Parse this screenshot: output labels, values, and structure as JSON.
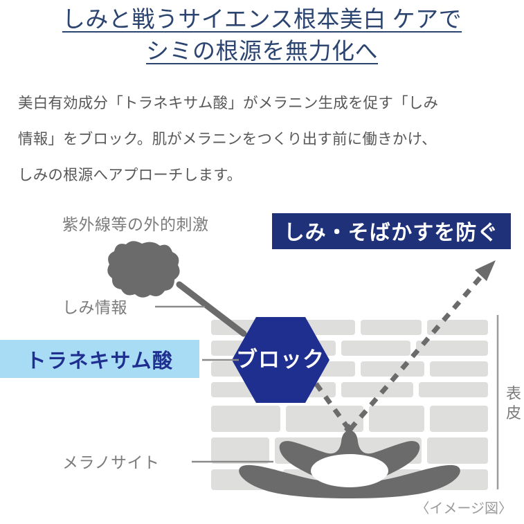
{
  "headline": {
    "line1": "しみと戦うサイエンス根本美白 ケアで",
    "line2": "シミの根源を無力化へ",
    "color": "#2b4470"
  },
  "body": {
    "line1": "美白有効成分「トラネキサム酸」がメラニン生成を促す「しみ",
    "line2": "情報」をブロック。肌がメラニンをつくり出す前に働きかけ、",
    "line3": "しみの根源へアプローチします。",
    "color": "#58585a"
  },
  "diagram": {
    "stimulus_label": "紫外線等の外的刺激",
    "spot_info_label": "しみ情報",
    "ingredient_label": "トラネキサム酸",
    "block_label": "ブロック",
    "melanocyte_label": "メラノサイト",
    "prevent_banner": "しみ・そばかすを防ぐ",
    "epidermis_label_1": "表",
    "epidermis_label_2": "皮",
    "caption": "〈イメージ図〉",
    "colors": {
      "navy": "#1f2f8f",
      "banner_navy": "#1f3279",
      "light_blue": "#a8dcf5",
      "brick_gray": "#dededd",
      "dark_gray": "#6b6b6b",
      "label_gray": "#7b7b7b",
      "line_gray": "#8a8a8a"
    }
  }
}
